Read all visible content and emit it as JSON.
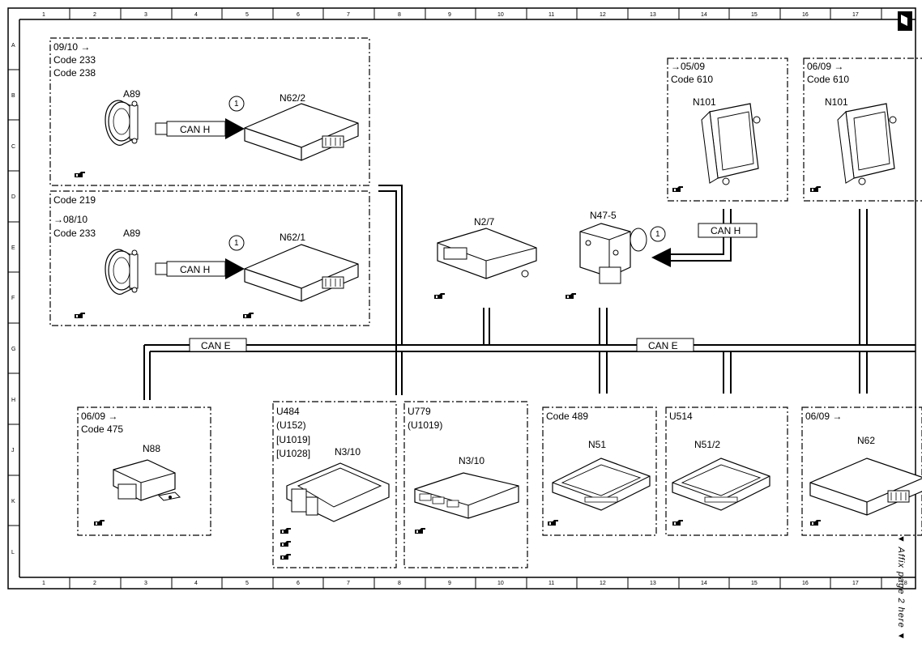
{
  "columns": [
    "1",
    "2",
    "3",
    "4",
    "5",
    "6",
    "7",
    "8",
    "9",
    "10",
    "11",
    "12",
    "13",
    "14",
    "15",
    "16",
    "17",
    "18"
  ],
  "rows": [
    "A",
    "B",
    "C",
    "D",
    "E",
    "F",
    "G",
    "H",
    "J",
    "K",
    "L"
  ],
  "bus": {
    "can_h": "CAN H",
    "can_e": "CAN E"
  },
  "circle_ref": "1",
  "groups": {
    "g1": {
      "lines": [
        "09/10 →",
        "Code 233",
        "Code 238"
      ],
      "comp_a": "A89",
      "comp_b": "N62/2"
    },
    "g2": {
      "lines": [
        "Code 219",
        "→08/10",
        "Code 233"
      ],
      "comp_a": "A89",
      "comp_b": "N62/1"
    },
    "n101_a": {
      "lines": [
        "→05/09",
        "Code 610"
      ],
      "comp": "N101"
    },
    "n101_b": {
      "lines": [
        "06/09 →",
        "Code 610"
      ],
      "comp": "N101"
    },
    "n88": {
      "lines": [
        "06/09 →",
        "Code 475"
      ],
      "comp": "N88"
    },
    "n310_a": {
      "lines": [
        "U484",
        "(U152)",
        "[U1019]",
        "[U1028]"
      ],
      "comp": "N3/10"
    },
    "n310_b": {
      "lines": [
        "U779",
        "(U1019)"
      ],
      "comp": "N3/10"
    },
    "n51": {
      "lines": [
        "Code 489"
      ],
      "comp": "N51"
    },
    "n512": {
      "lines": [
        "U514"
      ],
      "comp": "N51/2"
    },
    "n62": {
      "lines": [
        "06/09 →"
      ],
      "comp": "N62"
    }
  },
  "standalone": {
    "n27": "N2/7",
    "n47": "N47-5"
  },
  "side_note": "▼ Affix page 2 here ▼"
}
